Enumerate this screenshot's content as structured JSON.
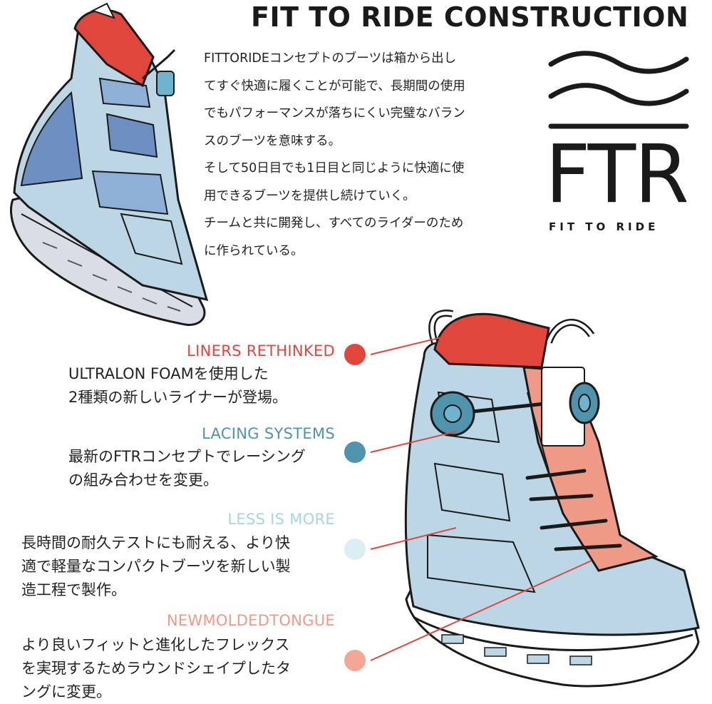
{
  "header": {
    "title": "FIT TO RIDE CONSTRUCTION"
  },
  "intro": {
    "lines": [
      "FITTORIDEコンセプトのブーツは箱から出し",
      "てすぐ快適に履くことが可能で、長期間の使用",
      "でもパフォーマンスが落ちにくい完璧なバラン",
      "スのブーツを意味する。",
      "そして50日目でも1日目と同じように快適に使",
      "用できるブーツを提供し続けていく。",
      "チームと共に開発し、すべてのライダーのため",
      "に作られている。"
    ]
  },
  "logo": {
    "mark": "FTR",
    "tagline": "FIT TO RIDE"
  },
  "features": [
    {
      "title": "LINERS RETHINKED",
      "color": "#e0463c",
      "lines": [
        "ULTRALON FOAMを使用した",
        "2種類の新しいライナーが登場。"
      ]
    },
    {
      "title": "LACING SYSTEMS",
      "color": "#4f93ad",
      "lines": [
        "最新のFTRコンセプトでレーシング",
        "の組み合わせを変更。"
      ]
    },
    {
      "title": "LESS IS MORE",
      "color": "#a9d3e6",
      "lines": [
        "長時間の耐久テストにも耐える、より快",
        "適で軽量なコンパクトブーツを新しい製",
        "造工程で製作。"
      ]
    },
    {
      "title": "NEWMOLDEDTONGUE",
      "color": "#ef9a86",
      "lines": [
        "より良いフィットと進化したフレックス",
        "を実現するためラウンドシェイプしたタ",
        "ングに変更。"
      ]
    }
  ],
  "colors": {
    "liner_red": "#e0463c",
    "boot_light_blue": "#bcd6e6",
    "boot_mid_blue": "#6d8fc2",
    "boa_teal": "#4f93ad",
    "tongue_salmon": "#ef9a86"
  }
}
